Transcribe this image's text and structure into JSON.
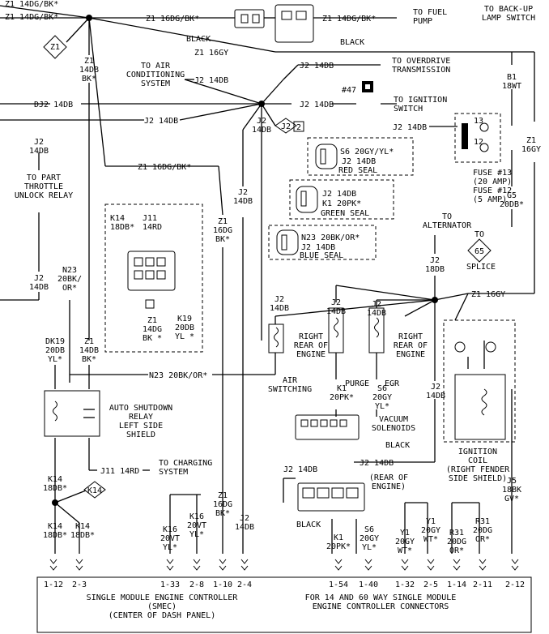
{
  "colors": {
    "line": "#000000",
    "background": "#ffffff"
  },
  "wires": {
    "z1_top1": "Z1 14DG/BK*",
    "z1_top2": "Z1 14DG/BK*",
    "z1_16dg_bk_top": "Z1 16DG/BK*",
    "z1_14dg_bk_top": "Z1 14DG/BK*",
    "to_fuel_pump": "TO FUEL\nPUMP",
    "black1": "BLACK",
    "black2": "BLACK",
    "z1_tag": "Z1",
    "z1_16gy_top": "Z1 16GY",
    "z1_14db_bk": "Z1\n14DB\nBK*",
    "to_air_cond": "TO AIR\nCONDITIONING\nSYSTEM",
    "j2_14db_a": "J2 14DB",
    "j2_14db_b": "J2 14DB",
    "to_overdrive": "TO OVERDRIVE\nTRANSMISSION",
    "dj2_14db": "DJ2 14DB",
    "j2_14db_c": "J2 14DB",
    "to_ignition_switch": "TO IGNITION\nSWITCH",
    "tag47": "#47",
    "j2_14db_d": "J2 14DB",
    "j2_14db_left": "J2 14DB",
    "j2_tag": "J2",
    "j2_tag_num": "2",
    "to_backup": "TO BACK-UP\nLAMP SWITCH",
    "b1_18wt": "B1\n18WT",
    "z1_16gy_right": "Z1\n16GY",
    "fuse13": "FUSE #13\n(20 AMP)",
    "fuse12": "FUSE #12\n(5 AMP)",
    "fuse_pin13": "13",
    "fuse_pin12": "12",
    "g5_20db": "G5\n20DB*",
    "to_splice": "TO",
    "splice": "SPLICE",
    "splice_num": "65",
    "j2_14db_col1": "J2\n14DB",
    "to_part_throttle": "TO PART\nTHROTTLE\nUNLOCK RELAY",
    "z1_16dg_bk_mid": "Z1 16DG/BK*",
    "j2_14db_col2": "J2\n14DB",
    "j2_14db_col3": "J2\n14DB",
    "s6_label": "S6 20GY/YL*",
    "j2_red": "J2 14DB",
    "red_seal": "RED SEAL",
    "j2_green": "J2 14DB",
    "k1_green": "K1 20PK*",
    "green_seal": "GREEN SEAL",
    "n23_label": "N23 20BK/OR*",
    "j2_blue": "J2 14DB",
    "blue_seal": "BLUE SEAL",
    "to_alternator": "TO\nALTERNATOR",
    "j2_18db": "J2\n18DB",
    "z1_16gy_mid": "Z1 16GY",
    "k14_18db": "K14\n18DB*",
    "j11_14rd": "J11\n14RD",
    "z1_14dg": "Z1\n14DG\nBK *",
    "k19_20db": "K19\n20DB\nYL *",
    "z1_16dg_bk_vert": "Z1\n16DG\nBK*",
    "n23_20bk_or": "N23\n20BK/\nOR*",
    "j2_14db_left2": "J2\n14DB",
    "j2_14db_center": "J2\n14DB",
    "j2_14db_a2": "J2\n14DB",
    "j2_14db_a3": "J2\n14DB",
    "right_rear1": "RIGHT\nREAR OF\nENGINE",
    "right_rear2": "RIGHT\nREAR OF\nENGINE",
    "air_switching": "AIR\nSWITCHING",
    "purge": "PURGE",
    "egr": "EGR",
    "k1_20pk": "K1\n20PK*",
    "s6_20gy": "S6\n20GY\nYL*",
    "j2_14db_vs": "J2\n14DB",
    "vacuum_solenoids": "VACUUM\nSOLENOIDS",
    "black3": "BLACK",
    "dk19": "DK19\n20DB\nYL*",
    "z1_14db_bk2": "Z1\n14DB\nBK*",
    "n23_20bk_or_h": "N23 20BK/OR*",
    "auto_shutdown": "AUTO SHUTDOWN\nRELAY\nLEFT SIDE\nSHIELD",
    "j11_14rd_h": "J11 14RD",
    "to_charging": "TO CHARGING\nSYSTEM",
    "j2_14db_vs2": "J2 14DB",
    "j2_14db_bot": "J2 14DB",
    "rear_of_engine": "(REAR OF\nENGINE)",
    "ignition_coil": "IGNITION\nCOIL\n(RIGHT FENDER\nSIDE SHIELD)",
    "j5_18bk": "J5\n18BK\nGV*",
    "k14_18db_a": "K14\n18DB*",
    "k14_tag": "K14",
    "k14_18db_b": "K14\n18DB*",
    "k14_18db_c": "K14\n18DB*",
    "k16_a": "K16\n20VT\nYL*",
    "k16_b": "K16\n20VT\nYL*",
    "z1_16dg_bot": "Z1\n16DG\nBK*",
    "j2_14db_bot2": "J2\n14DB",
    "black4": "BLACK",
    "k1_20pk_bot": "K1\n20PK*",
    "s6_20gy_bot": "S6\n20GY\nYL*",
    "y1_a": "Y1\n20GY\nWT*",
    "y1_b": "Y1\n20GY\nWT*",
    "r31_a": "R31\n20DG\nOR*",
    "r31_b": "R31\n20DG\nOR*"
  },
  "pins": [
    "1-12",
    "2-3",
    "1-33",
    "2-8",
    "1-10",
    "2-4",
    "1-54",
    "1-40",
    "1-32",
    "2-5",
    "1-14",
    "2-11",
    "2-12"
  ],
  "controller": {
    "left": "SINGLE MODULE ENGINE CONTROLLER\n(SMEC)\n(CENTER OF DASH PANEL)",
    "right": "FOR 14 AND 60 WAY SINGLE MODULE\nENGINE CONTROLLER CONNECTORS"
  }
}
